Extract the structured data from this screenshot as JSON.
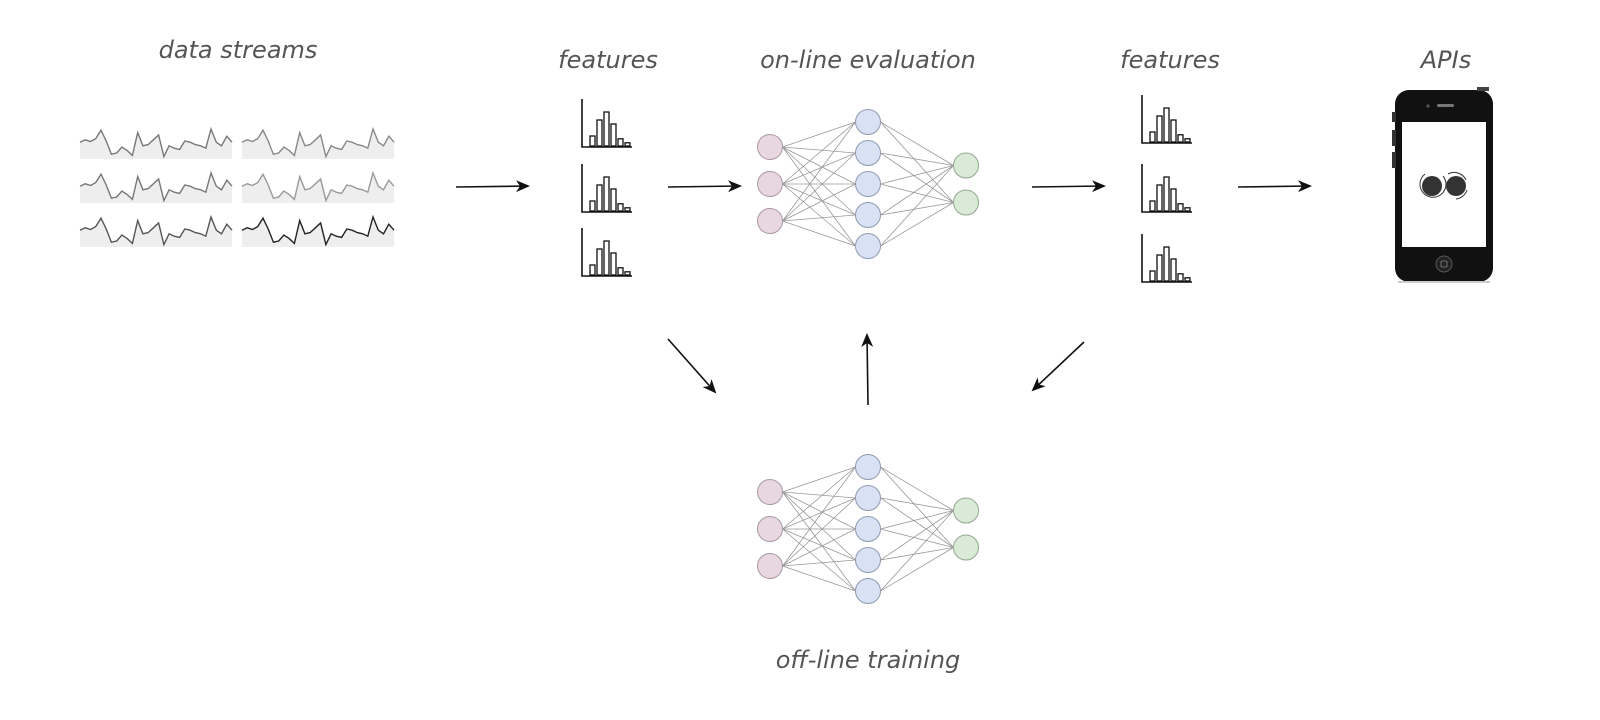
{
  "labels": {
    "data_streams": "data streams",
    "features_left": "features",
    "online_evaluation": "on-line evaluation",
    "features_right": "features",
    "apis": "APIs",
    "offline_training": "off-line training"
  },
  "colors": {
    "text": "#555555",
    "input_node_fill": "#e8d6e0",
    "input_node_stroke": "#a89aa4",
    "hidden_node_fill": "#d8e2f4",
    "hidden_node_stroke": "#8f9bb0",
    "output_node_fill": "#d9ead6",
    "output_node_stroke": "#93a890",
    "edge": "#999999",
    "sparkline_fill": "#eeeeee",
    "phone_body": "#111111"
  },
  "data_streams": {
    "series_values": [
      0.45,
      0.55,
      0.48,
      0.6,
      0.95,
      0.5,
      -0.05,
      0.0,
      0.25,
      0.1,
      -0.1,
      0.85,
      0.3,
      0.35,
      0.55,
      0.75,
      -0.15,
      0.3,
      0.2,
      0.15,
      0.5,
      0.45,
      0.35,
      0.3,
      0.2,
      1.0,
      0.45,
      0.3,
      0.7,
      0.45
    ],
    "grid": [
      {
        "row": 0,
        "col": 0,
        "shade": "#777777"
      },
      {
        "row": 0,
        "col": 1,
        "shade": "#888888"
      },
      {
        "row": 1,
        "col": 0,
        "shade": "#777777"
      },
      {
        "row": 1,
        "col": 1,
        "shade": "#999999"
      },
      {
        "row": 2,
        "col": 0,
        "shade": "#555555"
      },
      {
        "row": 2,
        "col": 1,
        "shade": "#222222"
      }
    ]
  },
  "histogram": {
    "bar_values": [
      0.25,
      0.65,
      0.85,
      0.55,
      0.18,
      0.08
    ],
    "count_per_column": 3
  },
  "neural_net": {
    "layers": [
      3,
      5,
      2
    ]
  },
  "phone": {
    "logo": "two-dots-logo"
  }
}
